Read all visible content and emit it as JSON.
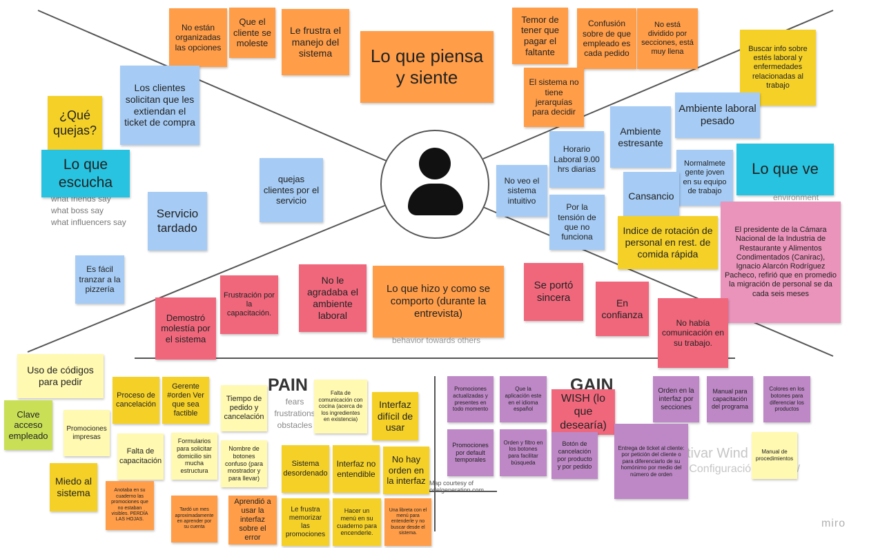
{
  "notes": [
    {
      "id": "lo-que-piensa",
      "text": "Lo que piensa y siente",
      "color": "#ff9d48"
    },
    {
      "id": "no-estan-organizadas",
      "text": "No están organizadas las opciones",
      "color": "#ff9d48"
    },
    {
      "id": "cliente-molesto",
      "text": "Que el cliente se moleste",
      "color": "#ff9d48"
    },
    {
      "id": "frustra-manejo",
      "text": "Le frustra el manejo del sistema",
      "color": "#ff9d48"
    },
    {
      "id": "temor-pagar",
      "text": "Temor de tener que pagar el faltante",
      "color": "#ff9d48"
    },
    {
      "id": "confusion-empleado",
      "text": "Confusión sobre de que empleado es cada pedido",
      "color": "#ff9d48"
    },
    {
      "id": "no-dividido",
      "text": "No está dividido por secciones, está muy llena",
      "color": "#ff9d48"
    },
    {
      "id": "sin-jerarquias",
      "text": "El sistema no tiene jerarquías para decidir",
      "color": "#ff9d48"
    },
    {
      "id": "buscar-info",
      "text": "Buscar info sobre estés laboral y enfermedades relacionadas al trabajo",
      "color": "#f5d128"
    },
    {
      "id": "clientes-ticket",
      "text": "Los clientes solicitan que les extiendan el ticket de compra",
      "color": "#a6ccf5"
    },
    {
      "id": "que-quejas",
      "text": "¿Qué quejas?",
      "color": "#f5d128"
    },
    {
      "id": "lo-que-escucha",
      "text": "Lo que escucha",
      "color": "#27c3e0"
    },
    {
      "id": "quejas-clientes",
      "text": "quejas clientes por el servicio",
      "color": "#a6ccf5"
    },
    {
      "id": "servicio-tardado",
      "text": "Servicio tardado",
      "color": "#a6ccf5"
    },
    {
      "id": "facil-pizzeria",
      "text": "Es fácil tranzar a la pizzería",
      "color": "#a6ccf5"
    },
    {
      "id": "horario-laboral",
      "text": "Horario Laboral 9.00 hrs diarias",
      "color": "#a6ccf5"
    },
    {
      "id": "sistema-intuitivo",
      "text": "No veo el sistema intuitivo",
      "color": "#a6ccf5"
    },
    {
      "id": "tension",
      "text": "Por la tensión de que no funciona",
      "color": "#a6ccf5"
    },
    {
      "id": "ambiente-estresante",
      "text": "Ambiente estresante",
      "color": "#a6ccf5"
    },
    {
      "id": "ambiente-pesado",
      "text": "Ambiente laboral pesado",
      "color": "#a6ccf5"
    },
    {
      "id": "lo-que-ve",
      "text": "Lo que ve",
      "color": "#27c3e0"
    },
    {
      "id": "gente-joven",
      "text": "Normalmete gente joven en su equipo de trabajo",
      "color": "#a6ccf5"
    },
    {
      "id": "cansancio",
      "text": "Cansancio",
      "color": "#a6ccf5"
    },
    {
      "id": "indice-rotacion",
      "text": "Indice de rotación de personal en rest. de comida rápida",
      "color": "#f5d128"
    },
    {
      "id": "presidente-canirac",
      "text": "El presidente de la Cámara Nacional de la Industria de Restaurante y Alimentos Condimentados (Canirac), Ignacio Alarcón Rodríguez Pacheco, refirió que en promedio la migración de personal se da cada seis meses",
      "color": "#ea94bb"
    },
    {
      "id": "demostro-molestia",
      "text": "Demostró molestía por el sistema",
      "color": "#f0677c"
    },
    {
      "id": "frustracion-capacitacion",
      "text": "Frustración por la capacitación.",
      "color": "#f0677c"
    },
    {
      "id": "no-agradaba",
      "text": "No le agradaba el ambiente laboral",
      "color": "#f0677c"
    },
    {
      "id": "lo-que-hizo",
      "text": "Lo que hizo y como se comporto (durante la entrevista)",
      "color": "#ff9d48"
    },
    {
      "id": "porto-sincera",
      "text": "Se portó sincera",
      "color": "#f0677c"
    },
    {
      "id": "en-confianza",
      "text": "En confianza",
      "color": "#f0677c"
    },
    {
      "id": "no-comunicacion",
      "text": "No había comunicación en su trabajo.",
      "color": "#f0677c"
    },
    {
      "id": "codigos-pedir",
      "text": "Uso de códigos para pedir",
      "color": "#fff9b1"
    },
    {
      "id": "clave-acceso",
      "text": "Clave acceso empleado",
      "color": "#c9df56"
    },
    {
      "id": "promociones-impresas",
      "text": "Promociones impresas",
      "color": "#fff9b1"
    },
    {
      "id": "miedo-sistema",
      "text": "Miedo al sistema",
      "color": "#f5d128"
    },
    {
      "id": "proceso-cancelacion",
      "text": "Proceso de cancelación",
      "color": "#f5d128"
    },
    {
      "id": "gerente-orden",
      "text": "Gerente #orden Ver que sea factible",
      "color": "#f5d128"
    },
    {
      "id": "falta-capacitacion",
      "text": "Falta de capacitación",
      "color": "#fff9b1"
    },
    {
      "id": "formularios",
      "text": "Formularios para solicitar domicilio sin mucha estructura",
      "color": "#fff9b1"
    },
    {
      "id": "anotaba-cuaderno",
      "text": "Anotaba en su cuaderno las promociones que no estaban visibles. PERDÍA LAS HOJAS.",
      "color": "#ff9d48"
    },
    {
      "id": "tardo-mes",
      "text": "Tardó un mes aproximadamente en aprender por su cuenta",
      "color": "#ff9d48"
    },
    {
      "id": "tiempo-pedido",
      "text": "Tiempo de pedido y cancelación",
      "color": "#fff9b1"
    },
    {
      "id": "nombre-botones",
      "text": "Nombre de botones confuso (para mostrador y para llevar)",
      "color": "#fff9b1"
    },
    {
      "id": "aprendio-usar",
      "text": "Aprendió a usar la interfaz sobre el error",
      "color": "#ff9d48"
    },
    {
      "id": "falta-comunicacion",
      "text": "Falta de comunicación con cocina (acerca de los ingredientes en existencia)",
      "color": "#fff9b1"
    },
    {
      "id": "interfaz-dificil",
      "text": "Interfaz difícil de usar",
      "color": "#f5d128"
    },
    {
      "id": "sistema-desordenado",
      "text": "Sistema desordenado",
      "color": "#f5d128"
    },
    {
      "id": "interfaz-no-entendible",
      "text": "Interfaz no entendible",
      "color": "#f5d128"
    },
    {
      "id": "no-hay-orden",
      "text": "No hay orden en la interfaz",
      "color": "#f5d128"
    },
    {
      "id": "frustra-memorizar",
      "text": "Le frustra memorizar las promociones",
      "color": "#f5d128"
    },
    {
      "id": "hacer-menu",
      "text": "Hacer un menú en su cuaderno para encenderle.",
      "color": "#f5d128"
    },
    {
      "id": "libreta-menu",
      "text": "Una libreta con el menú para entenderle y no buscar desde el sistema.",
      "color": "#ff9d48"
    },
    {
      "id": "promociones-actualizadas",
      "text": "Promociones actualizadas y presentes en todo momento",
      "color": "#be88c7"
    },
    {
      "id": "idioma-espanol",
      "text": "Que la aplicación este en el idioma español",
      "color": "#be88c7"
    },
    {
      "id": "wish",
      "text": "WISH (lo que desearía)",
      "color": "#f0677c"
    },
    {
      "id": "orden-secciones",
      "text": "Orden en la interfaz por secciones",
      "color": "#be88c7"
    },
    {
      "id": "manual-capacitacion",
      "text": "Manual para capacitación del programa",
      "color": "#be88c7"
    },
    {
      "id": "colores-botones",
      "text": "Colores en los botones para diferenciar los productos",
      "color": "#be88c7"
    },
    {
      "id": "promociones-temporales",
      "text": "Promociones por default temporales",
      "color": "#be88c7"
    },
    {
      "id": "orden-filtro",
      "text": "Orden y filtro en los botones para facilitar búsqueda",
      "color": "#be88c7"
    },
    {
      "id": "boton-cancelacion",
      "text": "Botón de cancelación por producto y por pedido",
      "color": "#be88c7"
    },
    {
      "id": "entrega-ticket",
      "text": "Entrega de ticket al cliente: por petición del cliente o para diferenciarlo de su homónimo por medio del número de orden",
      "color": "#be88c7"
    },
    {
      "id": "manual-procedimientos",
      "text": "Manual de procedimientos",
      "color": "#fff9b1"
    }
  ],
  "labels": {
    "pain": "PAIN",
    "pain_sub": "fears\nfrustrations\nobstacles",
    "gain": "GAIN",
    "listen_ghost": "what friends say\nwhat boss say\nwhat influencers say",
    "see_ghost": "environment",
    "do_ghost": "behavior towards others",
    "map_courtesy": "Map courtesy of",
    "map_site": "odelgeneration.com",
    "windows_1": "ctivar Wind",
    "windows_2": "a Configuració   ctivar W",
    "miro": "miro"
  }
}
